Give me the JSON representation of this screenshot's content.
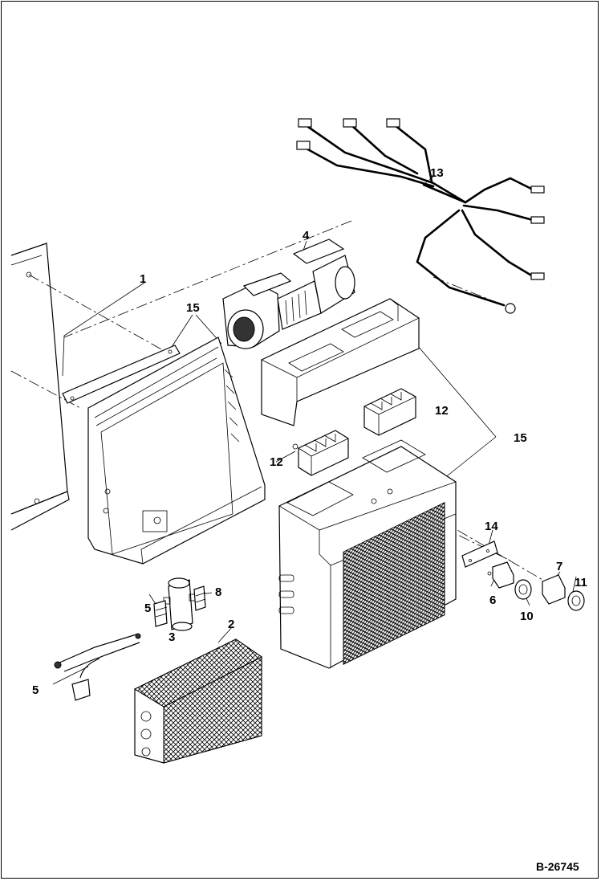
{
  "figure_number": "B-26745",
  "callouts": [
    {
      "id": "c1",
      "label": "1"
    },
    {
      "id": "c2",
      "label": "2"
    },
    {
      "id": "c3",
      "label": "3"
    },
    {
      "id": "c4",
      "label": "4"
    },
    {
      "id": "c5",
      "label": "5"
    },
    {
      "id": "c5b",
      "label": "5"
    },
    {
      "id": "c6",
      "label": "6"
    },
    {
      "id": "c7",
      "label": "7"
    },
    {
      "id": "c8",
      "label": "8"
    },
    {
      "id": "c10",
      "label": "10"
    },
    {
      "id": "c11",
      "label": "11"
    },
    {
      "id": "c12a",
      "label": "12"
    },
    {
      "id": "c12b",
      "label": "12"
    },
    {
      "id": "c13",
      "label": "13"
    },
    {
      "id": "c14",
      "label": "14"
    },
    {
      "id": "c15a",
      "label": "15"
    },
    {
      "id": "c15b",
      "label": "15"
    }
  ]
}
